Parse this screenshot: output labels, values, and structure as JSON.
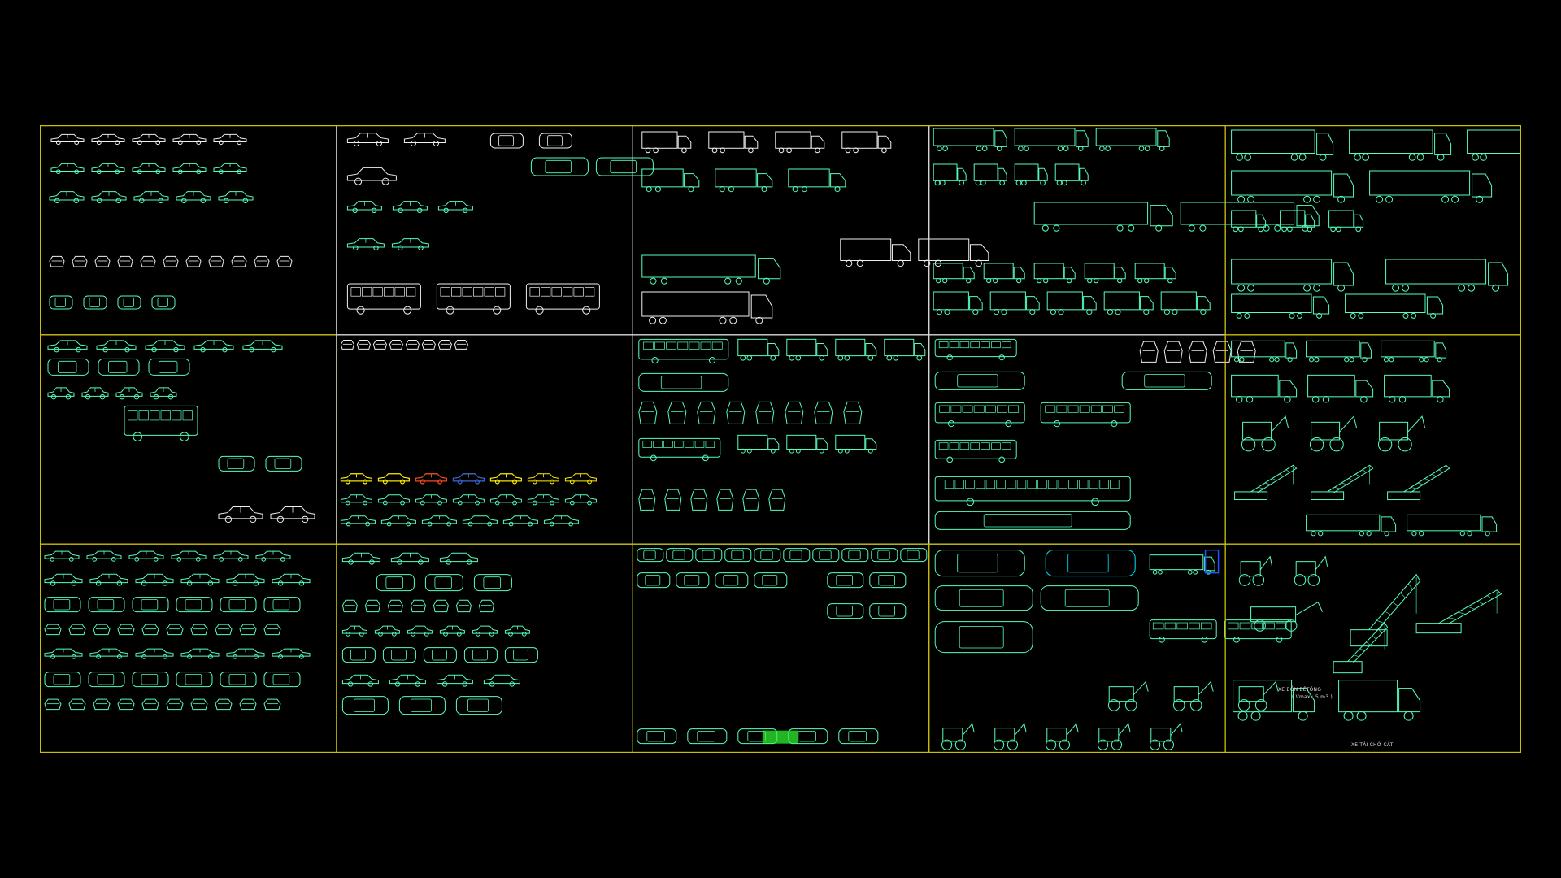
{
  "colors": {
    "background": "#000000",
    "frame_yellow": "#c8c000",
    "frame_white": "#d8d8d8",
    "cad_green": "#55ffbb",
    "cad_white": "#f0f0f0",
    "cad_yellow": "#ffee00",
    "cad_red": "#ff3322",
    "cad_cyan": "#00e0ff",
    "cad_blue": "#2255ff",
    "cad_bright_green": "#33ff33"
  },
  "grid": {
    "rows": 3,
    "cols": 5
  },
  "annotations": {
    "mixer_label": "XE BỒN BÊTÔNG",
    "mixer_sublabel": "( Vmax : 5 m3 )",
    "dumper_label": "XE TẢI CHỞ CÁT"
  },
  "cells": [
    {
      "id": "cars-sedans-classic",
      "icon": "sedan-side-icon",
      "palette": "white"
    },
    {
      "id": "pickups-vans-rv",
      "icon": "pickup-side-icon",
      "palette": "white"
    },
    {
      "id": "trucks-box",
      "icon": "box-truck-icon",
      "palette": "mixed"
    },
    {
      "id": "tankers-semitrailers",
      "icon": "semi-trailer-icon",
      "palette": "green"
    },
    {
      "id": "tractor-trailers",
      "icon": "tractor-trailer-icon",
      "palette": "green"
    },
    {
      "id": "cars-buses-mixed",
      "icon": "car-side-icon",
      "palette": "green"
    },
    {
      "id": "colored-cars",
      "icon": "car-side-icon",
      "palette": "colored"
    },
    {
      "id": "buses-ambulances",
      "icon": "bus-side-icon",
      "palette": "green"
    },
    {
      "id": "coaches-trams",
      "icon": "coach-icon",
      "palette": "green"
    },
    {
      "id": "heavy-haulers",
      "icon": "dump-truck-icon",
      "palette": "green"
    },
    {
      "id": "cars-plan-views",
      "icon": "car-top-icon",
      "palette": "green"
    },
    {
      "id": "sports-cars",
      "icon": "sports-car-icon",
      "palette": "green"
    },
    {
      "id": "cars-top-views",
      "icon": "car-top-icon",
      "palette": "green"
    },
    {
      "id": "containers-earthmovers",
      "icon": "bulldozer-icon",
      "palette": "green"
    },
    {
      "id": "construction-machinery",
      "icon": "crane-icon",
      "palette": "green"
    }
  ]
}
